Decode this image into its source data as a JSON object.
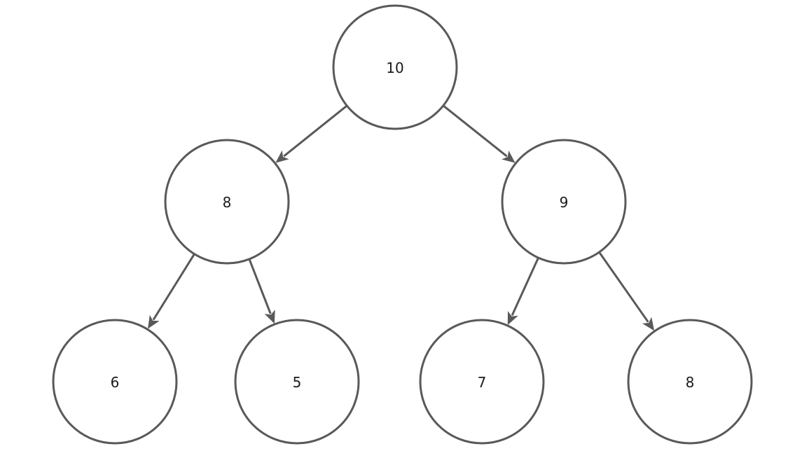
{
  "tree": {
    "nodes": [
      {
        "id": "root",
        "label": "10"
      },
      {
        "id": "left",
        "label": "8"
      },
      {
        "id": "right",
        "label": "9"
      },
      {
        "id": "left-left",
        "label": "6"
      },
      {
        "id": "left-right",
        "label": "5"
      },
      {
        "id": "right-left",
        "label": "7"
      },
      {
        "id": "right-right",
        "label": "8"
      }
    ],
    "edges": [
      {
        "from": "root",
        "to": "left"
      },
      {
        "from": "root",
        "to": "right"
      },
      {
        "from": "left",
        "to": "left-left"
      },
      {
        "from": "left",
        "to": "left-right"
      },
      {
        "from": "right",
        "to": "right-left"
      },
      {
        "from": "right",
        "to": "right-right"
      }
    ]
  },
  "colors": {
    "stroke": "#595959",
    "text": "#1a1a1a",
    "background": "#ffffff"
  }
}
